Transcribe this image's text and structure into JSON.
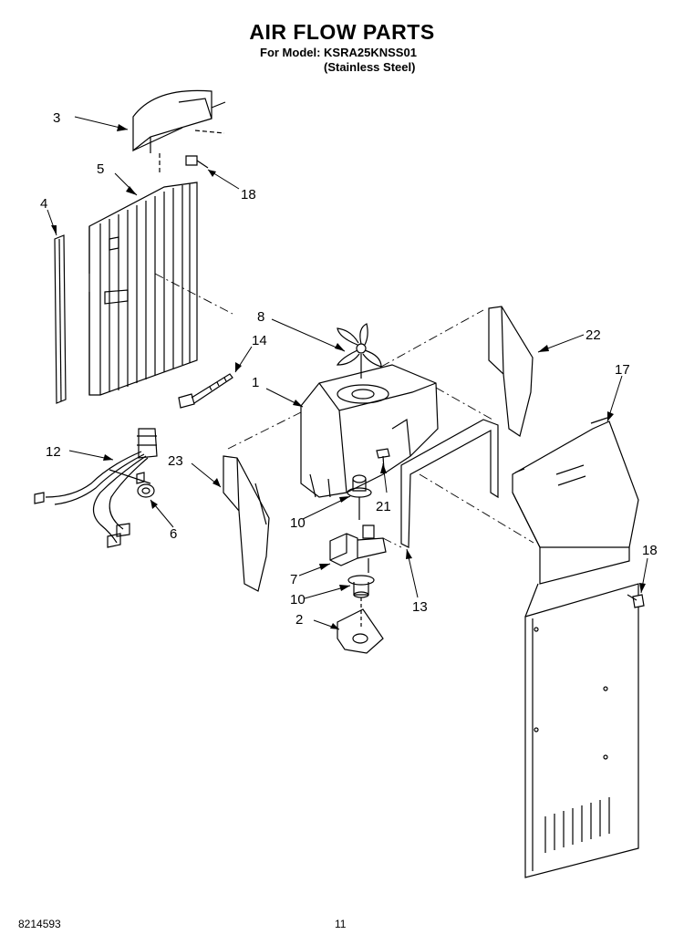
{
  "header": {
    "title": "AIR FLOW PARTS",
    "model_line": "For Model: KSRA25KNSS01",
    "variant_line": "(Stainless Steel)"
  },
  "footer": {
    "doc_number": "8214593",
    "page_number": "11"
  },
  "callouts": {
    "c1": "1",
    "c2": "2",
    "c3": "3",
    "c4": "4",
    "c5": "5",
    "c6": "6",
    "c7": "7",
    "c8": "8",
    "c10a": "10",
    "c10b": "10",
    "c12": "12",
    "c13": "13",
    "c14": "14",
    "c17": "17",
    "c18a": "18",
    "c18b": "18",
    "c21": "21",
    "c22": "22",
    "c23": "23"
  }
}
